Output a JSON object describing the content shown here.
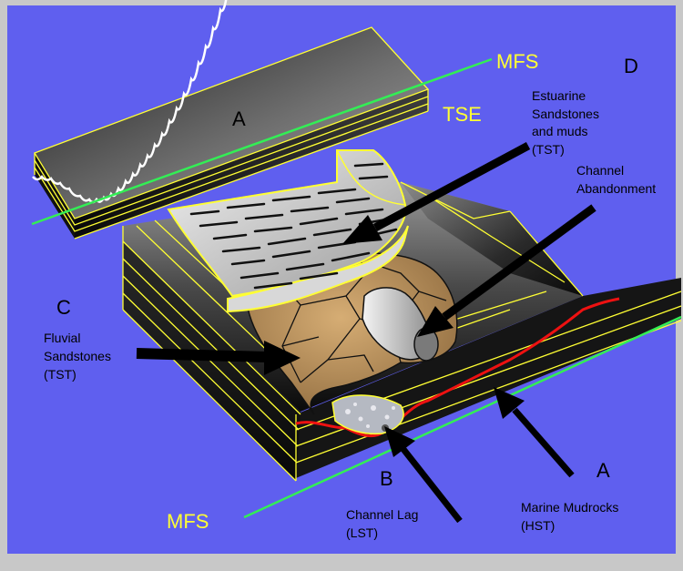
{
  "labels": {
    "a_top": "A",
    "a_bottom": "A",
    "b": "B",
    "c": "C",
    "d": "D",
    "mfs_top": "MFS",
    "mfs_bottom": "MFS",
    "tse": "TSE",
    "estuarine": [
      "Estuarine",
      "Sandstones",
      "and muds",
      "(TST)"
    ],
    "channel_abandonment": [
      "Channel",
      "Abandonment"
    ],
    "fluvial": [
      "Fluvial",
      "Sandstones",
      "(TST)"
    ],
    "channel_lag": [
      "Channel Lag",
      "(LST)"
    ],
    "marine": [
      "Marine Mudrocks",
      "(HST)"
    ]
  },
  "colors": {
    "background": "#5f5fef",
    "frame": "#c8c8c8",
    "block_dark": "#0d0d0d",
    "block_mid": "#8a8a8a",
    "yellow_lines": "#ffff33",
    "mfs_line": "#33ee55",
    "sequence_boundary": "#ee1111",
    "fluvial_fill": "#b08a58",
    "estuarine_fill": "#d8d8d8"
  }
}
